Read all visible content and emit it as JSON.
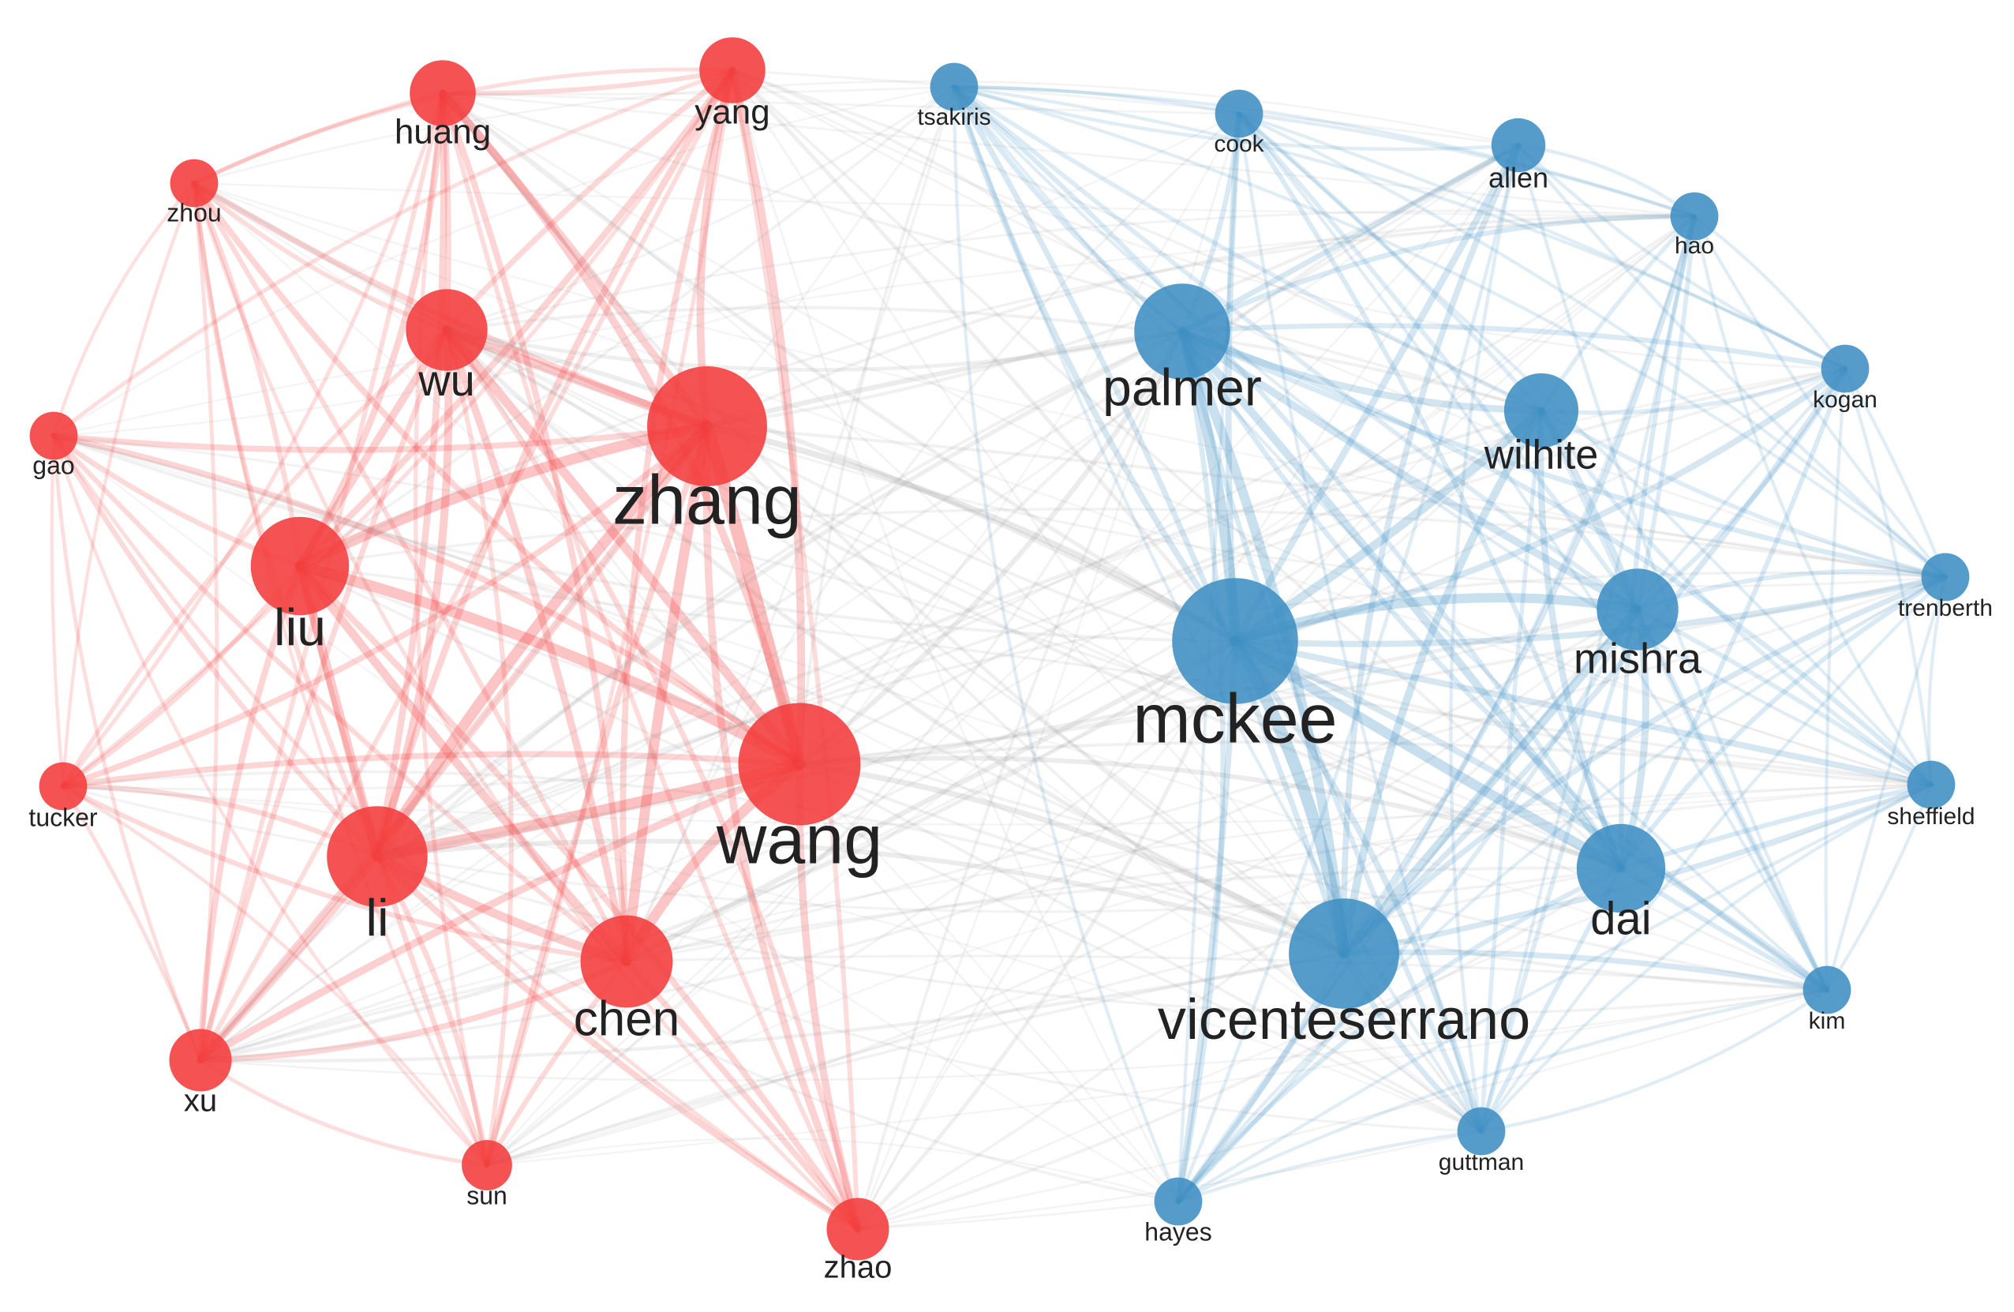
{
  "colors": {
    "cluster_a": "#f43b3b",
    "cluster_b": "#3d8ec3",
    "cross_edge": "#9a9a9a",
    "label": "#222222"
  },
  "clusters": [
    {
      "id": "a",
      "color": "#f43b3b"
    },
    {
      "id": "b",
      "color": "#3d8ec3"
    }
  ],
  "nodes": [
    {
      "id": "yang",
      "label": "yang",
      "cluster": "a",
      "weight": 0.55
    },
    {
      "id": "huang",
      "label": "huang",
      "cluster": "a",
      "weight": 0.55
    },
    {
      "id": "zhou",
      "label": "zhou",
      "cluster": "a",
      "weight": 0.4
    },
    {
      "id": "wu",
      "label": "wu",
      "cluster": "a",
      "weight": 0.68
    },
    {
      "id": "zhang",
      "label": "zhang",
      "cluster": "a",
      "weight": 1.0
    },
    {
      "id": "gao",
      "label": "gao",
      "cluster": "a",
      "weight": 0.4
    },
    {
      "id": "liu",
      "label": "liu",
      "cluster": "a",
      "weight": 0.82
    },
    {
      "id": "tucker",
      "label": "tucker",
      "cluster": "a",
      "weight": 0.4
    },
    {
      "id": "wang",
      "label": "wang",
      "cluster": "a",
      "weight": 1.02
    },
    {
      "id": "li",
      "label": "li",
      "cluster": "a",
      "weight": 0.84
    },
    {
      "id": "chen",
      "label": "chen",
      "cluster": "a",
      "weight": 0.77
    },
    {
      "id": "xu",
      "label": "xu",
      "cluster": "a",
      "weight": 0.52
    },
    {
      "id": "sun",
      "label": "sun",
      "cluster": "a",
      "weight": 0.42
    },
    {
      "id": "zhao",
      "label": "zhao",
      "cluster": "a",
      "weight": 0.52
    },
    {
      "id": "tsakiris",
      "label": "tsakiris",
      "cluster": "b",
      "weight": 0.4
    },
    {
      "id": "cook",
      "label": "cook",
      "cluster": "b",
      "weight": 0.4
    },
    {
      "id": "allen",
      "label": "allen",
      "cluster": "b",
      "weight": 0.45
    },
    {
      "id": "hao",
      "label": "hao",
      "cluster": "b",
      "weight": 0.4
    },
    {
      "id": "palmer",
      "label": "palmer",
      "cluster": "b",
      "weight": 0.8
    },
    {
      "id": "wilhite",
      "label": "wilhite",
      "cluster": "b",
      "weight": 0.62
    },
    {
      "id": "kogan",
      "label": "kogan",
      "cluster": "b",
      "weight": 0.4
    },
    {
      "id": "trenberth",
      "label": "trenberth",
      "cluster": "b",
      "weight": 0.4
    },
    {
      "id": "mckee",
      "label": "mckee",
      "cluster": "b",
      "weight": 1.05
    },
    {
      "id": "mishra",
      "label": "mishra",
      "cluster": "b",
      "weight": 0.68
    },
    {
      "id": "sheffield",
      "label": "sheffield",
      "cluster": "b",
      "weight": 0.4
    },
    {
      "id": "dai",
      "label": "dai",
      "cluster": "b",
      "weight": 0.74
    },
    {
      "id": "vicenteserrano",
      "label": "vicenteserrano",
      "cluster": "b",
      "weight": 0.92
    },
    {
      "id": "kim",
      "label": "kim",
      "cluster": "b",
      "weight": 0.4
    },
    {
      "id": "guttman",
      "label": "guttman",
      "cluster": "b",
      "weight": 0.4
    },
    {
      "id": "hayes",
      "label": "hayes",
      "cluster": "b",
      "weight": 0.4
    }
  ]
}
